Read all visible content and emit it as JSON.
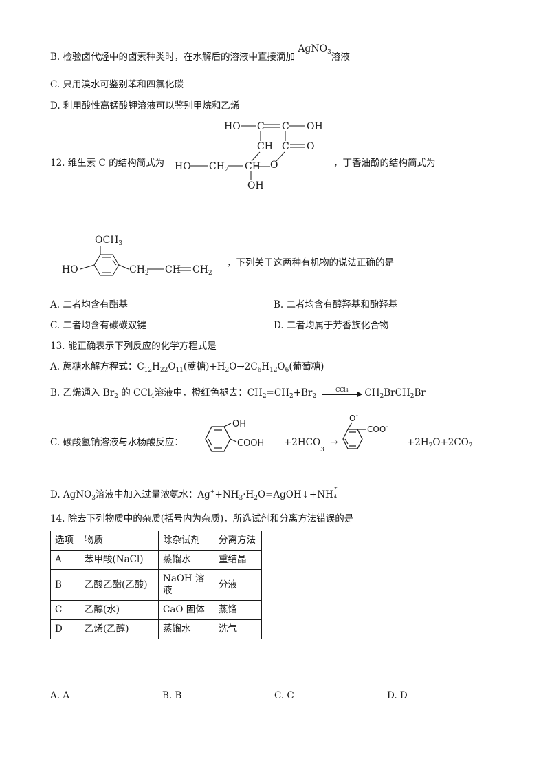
{
  "q11": {
    "b_prefix": "B.  检验卤代烃中的卤素种类时，在水解后的溶液中直接滴加",
    "b_reagent": "AgNO",
    "b_reagent_sub": "3",
    "b_suffix": "溶液",
    "c": "C.  只用溴水可鉴别苯和四氯化碳",
    "d": "D.  利用酸性高锰酸钾溶液可以鉴别甲烷和乙烯"
  },
  "q12": {
    "stem_prefix": "12.  维生素 C 的结构简式为",
    "stem_suffix": "，丁香油酚的结构简式为",
    "vitc": {
      "ho1": "HO",
      "c1": "C",
      "c2": "C",
      "oh1": "OH",
      "ch": "CH",
      "c3": "C",
      "o_dbl": "O",
      "ho2": "HO",
      "ch2": "CH",
      "ch2_sub": "2",
      "ch3": "CH",
      "o_ring": "O",
      "oh2": "OH"
    },
    "eugenol": {
      "och3": "OCH",
      "och3_sub": "3",
      "ho": "HO",
      "ch2a": "CH",
      "ch2a_sub": "2",
      "ch": "CH",
      "ch2b": "CH",
      "ch2b_sub": "2"
    },
    "stem_tail": "，下列关于这两种有机物的说法正确的是",
    "options": {
      "a": "A.  二者均含有酯基",
      "b": "B.  二者均含有醇羟基和酚羟基",
      "c": "C.  二者均含有碳碳双键",
      "d": "D.  二者均属于芳香族化合物"
    }
  },
  "q13": {
    "stem": "13.  能正确表示下列反应的化学方程式是",
    "a_parts": [
      "A.  蔗糖水解方程式：C",
      "12",
      "H",
      "22",
      "O",
      "11",
      "(蔗糖)+H",
      "2",
      "O→2C",
      "6",
      "H",
      "12",
      "O",
      "6",
      "(葡萄糖)"
    ],
    "b_parts": [
      "B.  乙烯通入 Br",
      "2",
      " 的 CCl",
      "4",
      "溶液中，橙红色褪去：CH",
      "2",
      "=CH",
      "2",
      "+Br",
      "2"
    ],
    "b_cond": "CCl",
    "b_cond_sub": "4",
    "b_product_parts": [
      "CH",
      "2",
      "BrCH",
      "2",
      "Br"
    ],
    "c_prefix": "C.  碳酸氢钠溶液与水杨酸反应：",
    "c_oh": "OH",
    "c_cooh": "COOH",
    "c_plus": "+2HCO",
    "c_plus_sub": "3",
    "c_arrow": "→",
    "c_o_minus": "O",
    "c_coo_minus": "COO",
    "c_minus": "-",
    "c_products": "+2H",
    "c_products_sub": "2",
    "c_products_tail": "O+2CO",
    "c_products_tail_sub": "2",
    "d_parts": [
      "D.  AgNO",
      "3",
      "溶液中加入过量浓氨水：Ag",
      "+",
      "+NH",
      "3",
      "·H",
      "2",
      "O=AgOH↓+NH"
    ],
    "d_ion_sup": "+",
    "d_ion_sub": "4"
  },
  "q14": {
    "stem": "14.  除去下列物质中的杂质(括号内为杂质)，所选试剂和分离方法错误的是",
    "header": [
      "选项",
      "物质",
      "除杂试剂",
      "分离方法"
    ],
    "rows": [
      [
        "A",
        "苯甲酸(NaCl)",
        "蒸馏水",
        "重结晶"
      ],
      [
        "B",
        "乙酸乙酯(乙酸)",
        "NaOH 溶液",
        "分液"
      ],
      [
        "C",
        "乙醇(水)",
        "CaO 固体",
        "蒸馏"
      ],
      [
        "D",
        "乙烯(乙醇)",
        "蒸馏水",
        "洗气"
      ]
    ],
    "answers": [
      "A.  A",
      "B.  B",
      "C.  C",
      "D.  D"
    ]
  }
}
